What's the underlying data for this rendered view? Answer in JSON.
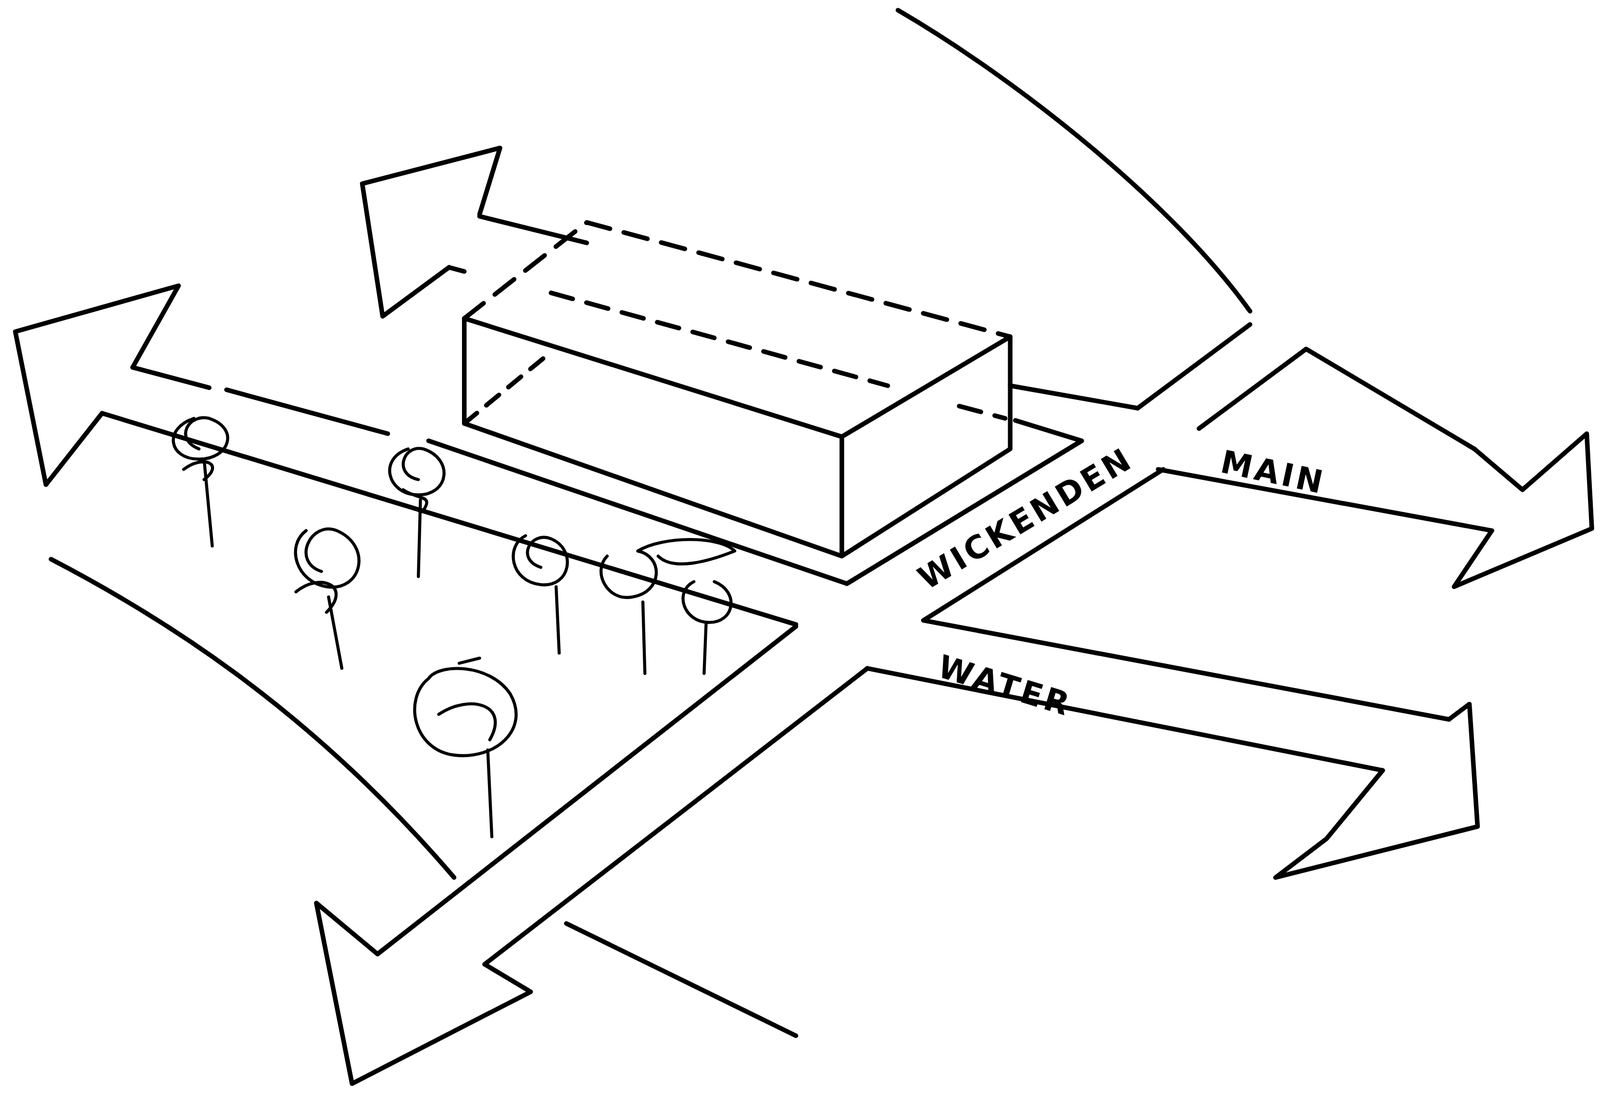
{
  "diagram": {
    "labels": [
      "WICKENDEN",
      "MAIN",
      "WATER"
    ]
  }
}
